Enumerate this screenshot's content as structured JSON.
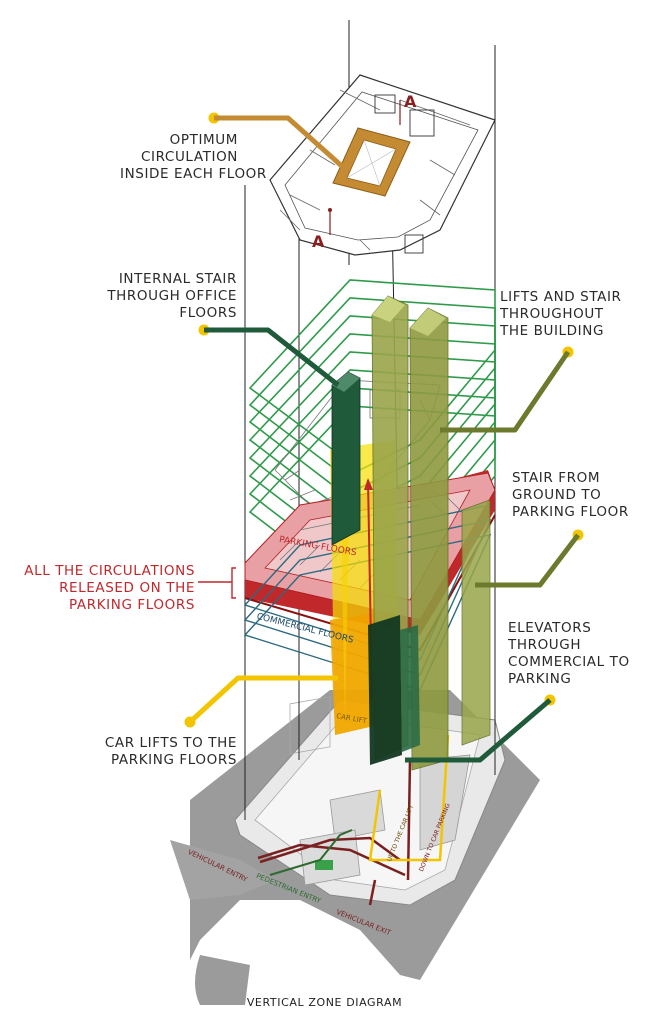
{
  "callouts": {
    "optimum": [
      "OPTIMUM",
      "CIRCULATION",
      "INSIDE EACH FLOOR"
    ],
    "internal_stair": [
      "INTERNAL STAIR",
      "THROUGH OFFICE",
      "FLOORS"
    ],
    "lifts_stair": [
      "LIFTS AND STAIR",
      "THROUGHOUT",
      "THE BUILDING"
    ],
    "stair_ground": [
      "STAIR FROM",
      "GROUND TO",
      "PARKING FLOOR"
    ],
    "all_circulations": [
      "ALL THE CIRCULATIONS",
      "RELEASED ON THE",
      "PARKING FLOORS"
    ],
    "elevators": [
      "ELEVATORS",
      "THROUGH",
      "COMMERCIAL TO",
      "PARKING"
    ],
    "car_lifts": [
      "CAR LIFTS TO THE",
      "PARKING FLOORS"
    ]
  },
  "plan_labels": {
    "parking_floors": "PARKING FLOORS",
    "commercial_floors": "COMMERCIAL FLOORS",
    "car_lift": "CAR LIFT",
    "section_top": "A",
    "section_bottom": "A",
    "vehicular_entry": "VEHICULAR ENTRY",
    "pedestrian_entry": "PEDESTRIAN ENTRY",
    "vehicular_exit": "VEHICULAR EXIT",
    "up_to_car_lift": "UP TO THE CAR LIFT",
    "down_to_car_parking": "DOWN TO CAR PARKING"
  },
  "caption": "VERTICAL ZONE DIAGRAM",
  "colors": {
    "gold": "#c58b33",
    "dark_green": "#1f5a3a",
    "olive": "#7d8a36",
    "green": "#2e9a4a",
    "red": "#c0282c",
    "yellow": "#f2c500",
    "teal": "#2c6a80",
    "ground_grey": "#9a9a9a"
  }
}
